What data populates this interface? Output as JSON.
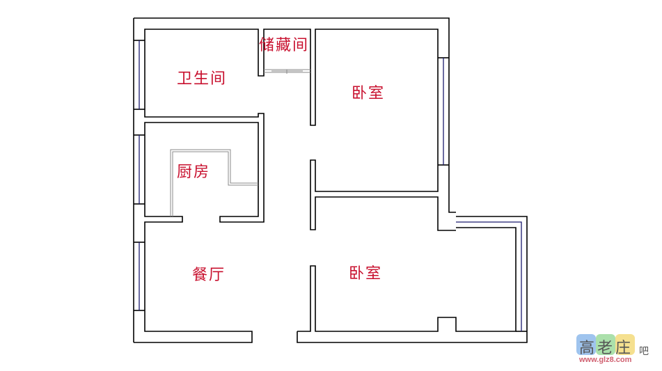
{
  "plan": {
    "title": "",
    "colors": {
      "wall": "#000000",
      "window": "#1a1a6e",
      "fixture": "#8a8a8a",
      "label": "#c8102e"
    },
    "rooms": [
      {
        "id": "bathroom",
        "label": "卫生间"
      },
      {
        "id": "storage",
        "label": "储藏间"
      },
      {
        "id": "kitchen",
        "label": "厨房"
      },
      {
        "id": "bedroom-top",
        "label": "卧室"
      },
      {
        "id": "dining",
        "label": "餐厅"
      },
      {
        "id": "bedroom-bottom",
        "label": "卧室"
      }
    ]
  },
  "watermark": {
    "chars": "高老庄",
    "suffix": "吧",
    "url": "www.glz8.com",
    "block_colors": [
      "#7fb0e8",
      "#8fd68f",
      "#f2d66a"
    ]
  }
}
